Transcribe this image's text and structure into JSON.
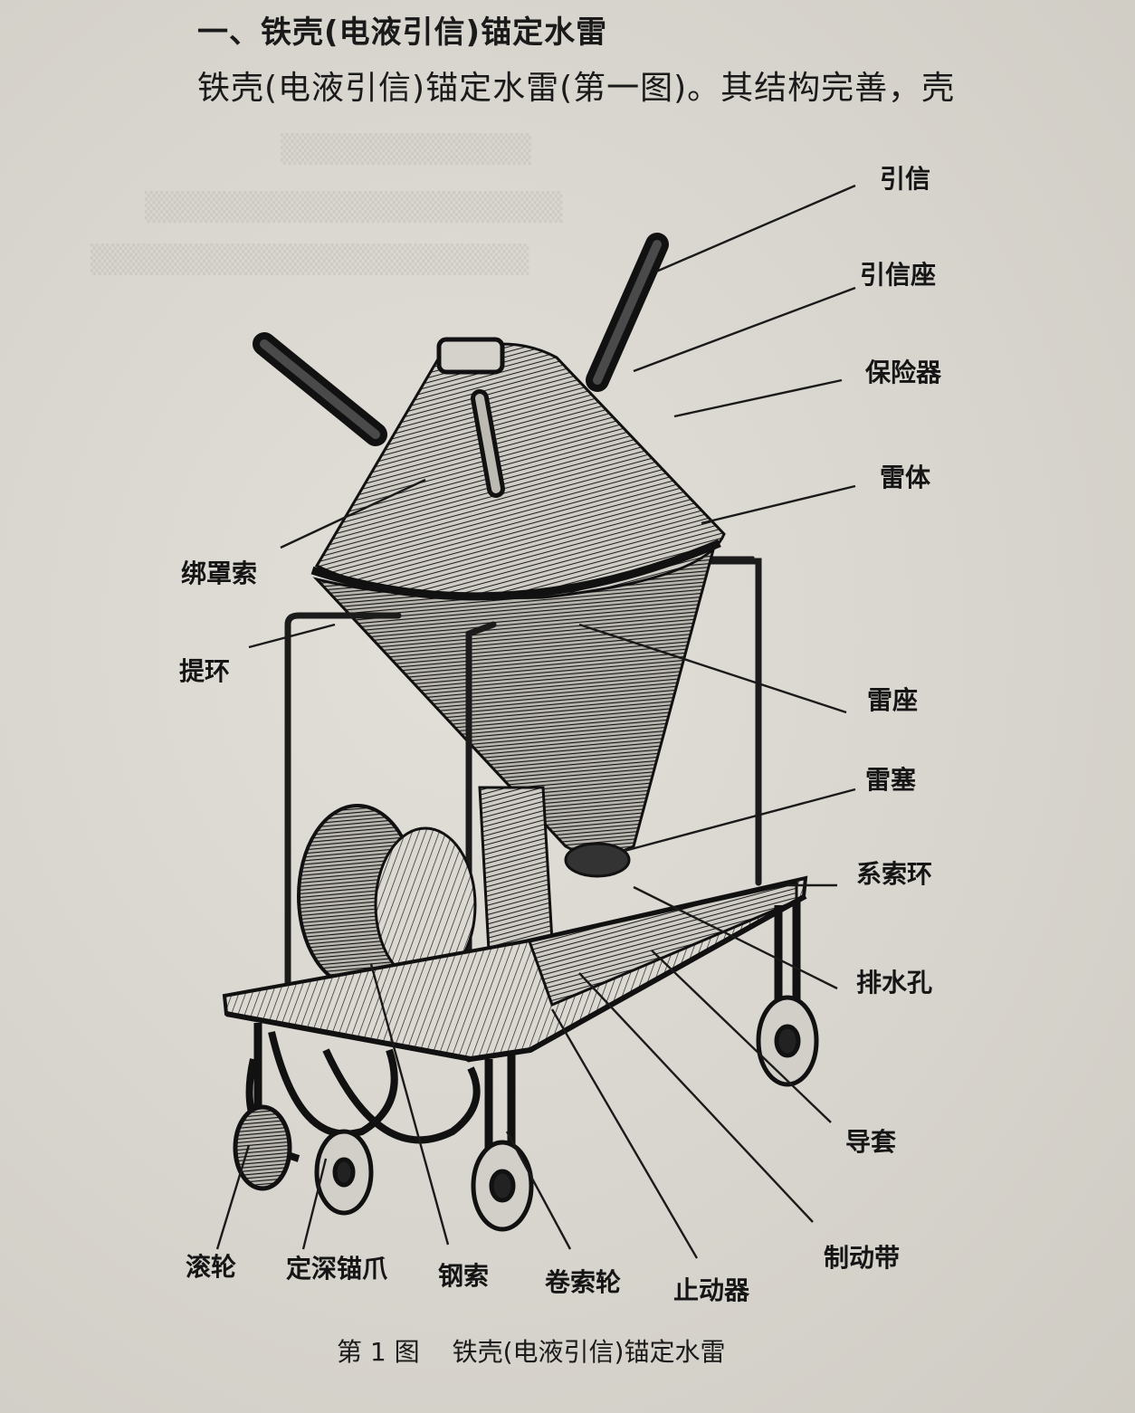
{
  "section_heading": "一、铁壳(电液引信)锚定水雷",
  "paragraph_text": "铁壳(电液引信)锚定水雷(第一图)。其结构完善，壳",
  "figure": {
    "caption_number": "第 1 图",
    "caption_title": "铁壳(电液引信)锚定水雷",
    "labels_right": [
      {
        "id": "fuze",
        "text": "引信"
      },
      {
        "id": "fuze-seat",
        "text": "引信座"
      },
      {
        "id": "safety-device",
        "text": "保险器"
      },
      {
        "id": "mine-body",
        "text": "雷体"
      },
      {
        "id": "mine-seat",
        "text": "雷座"
      },
      {
        "id": "mine-plug",
        "text": "雷塞"
      },
      {
        "id": "mooring-ring",
        "text": "系索环"
      },
      {
        "id": "drain-hole",
        "text": "排水孔"
      },
      {
        "id": "guide-sleeve",
        "text": "导套"
      },
      {
        "id": "brake-band",
        "text": "制动带"
      }
    ],
    "labels_left": [
      {
        "id": "cover-lashing",
        "text": "绑罩索"
      },
      {
        "id": "lifting-ring",
        "text": "提环"
      }
    ],
    "labels_bottom": [
      {
        "id": "roller-wheel",
        "text": "滚轮"
      },
      {
        "id": "depth-anchor-claw",
        "text": "定深锚爪"
      },
      {
        "id": "steel-cable",
        "text": "钢索"
      },
      {
        "id": "cable-reel",
        "text": "卷索轮"
      },
      {
        "id": "stopper",
        "text": "止动器"
      }
    ]
  },
  "colors": {
    "paper": "#dcd9d2",
    "ink": "#1a1a1a"
  }
}
